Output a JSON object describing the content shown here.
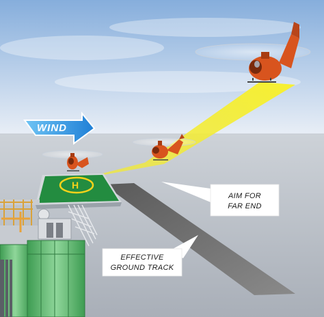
{
  "labels": {
    "wind": "WIND",
    "aim_line1": "AIM FOR",
    "aim_line2": "FAR END",
    "ground_line1": "EFFECTIVE",
    "ground_line2": "GROUND TRACK",
    "helipad_letter": "H"
  },
  "colors": {
    "sky_top": "#8fb3de",
    "sky_bottom": "#e4ecf6",
    "sea": "#b8bec6",
    "helipad": "#1f8a3c",
    "helipad_marking": "#f5d21a",
    "approach_path": "#f2ec3a",
    "ground_track": "#707070",
    "wind_arrow": "#2a8fe0",
    "helicopter": "#d8541e",
    "platform_green": "#6bc17a",
    "callout_box": "#ffffff"
  },
  "icons": {
    "helicopter": "helicopter-icon",
    "wind_arrow": "wind-arrow-icon"
  }
}
